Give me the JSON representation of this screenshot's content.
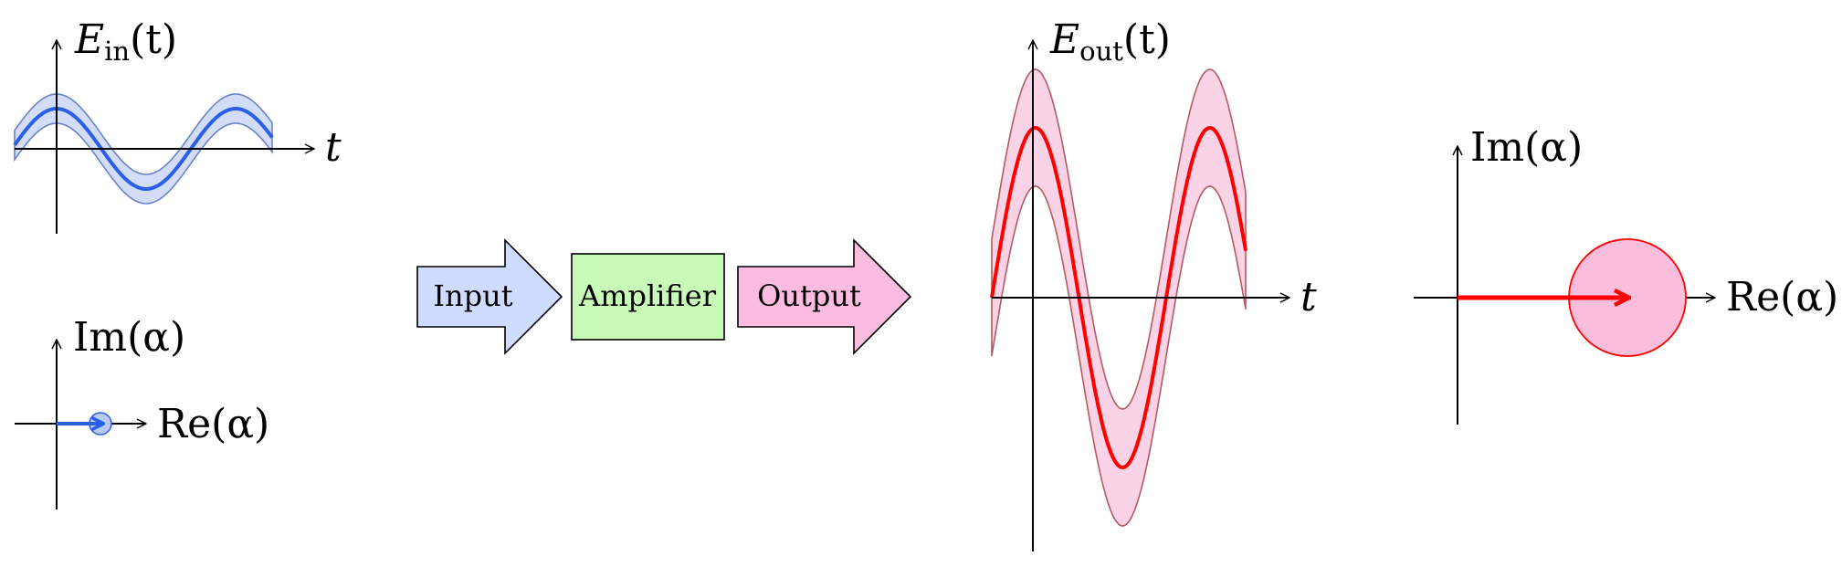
{
  "input_panel": {
    "signal_label": {
      "main": "E",
      "sub": "in",
      "arg": "(t)"
    },
    "time_label": "t",
    "phasor_im_label": "Im(α)",
    "phasor_re_label": "Re(α)"
  },
  "flow": {
    "input_label": "Input",
    "amplifier_label": "Amplifier",
    "output_label": "Output"
  },
  "output_panel": {
    "signal_label": {
      "main": "E",
      "sub": "out",
      "arg": "(t)"
    },
    "time_label": "t",
    "phasor_im_label": "Im(α)",
    "phasor_re_label": "Re(α)"
  },
  "colors": {
    "input_signal": "#2b5fe8",
    "input_band_fill": "#d3ddf8",
    "output_signal": "#ff0000",
    "output_band_fill": "#fbd3e6",
    "output_band_edge": "#b45a64",
    "input_arrow_fill": "#cfdcff",
    "amplifier_fill": "#c8fbb8",
    "output_arrow_fill": "#fcbce0",
    "output_circle_fill": "#fbbddc"
  }
}
